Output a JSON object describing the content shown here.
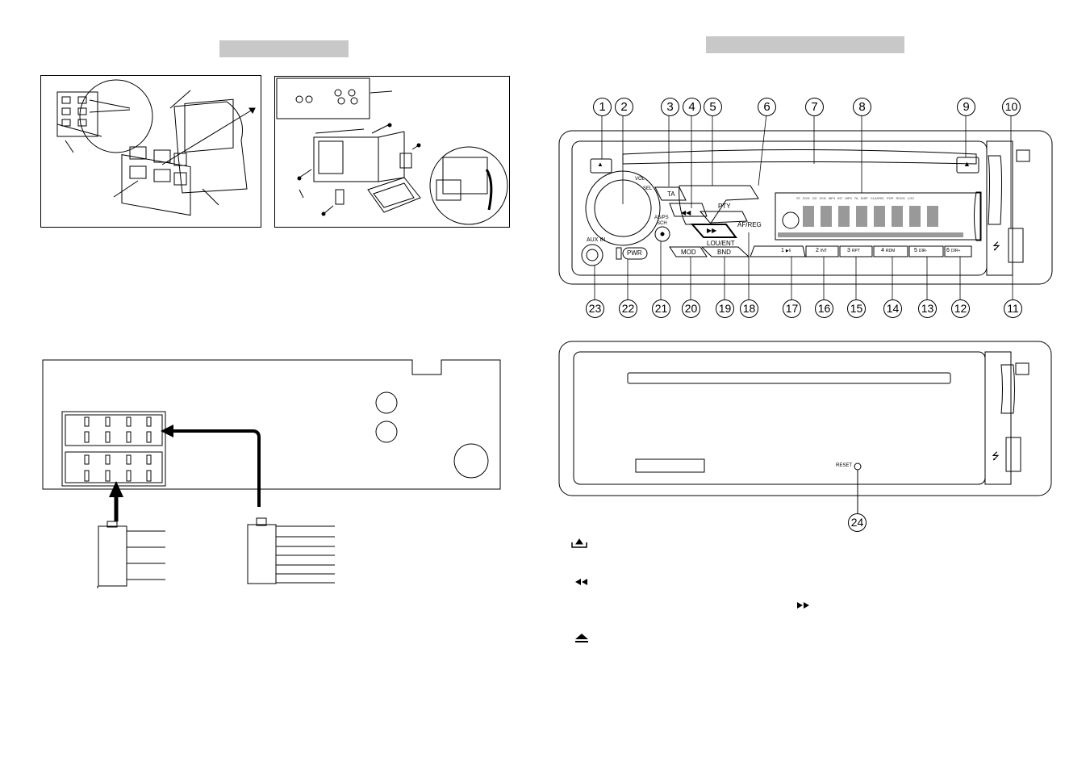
{
  "panel_labels": {
    "vol": "VOL",
    "sel": "SEL",
    "ta": "TA",
    "pty": "PTY",
    "af_reg": "AF/REG",
    "as_ps": "AS/PS",
    "sch": "SCH",
    "lou_ent": "LOU/ENT",
    "aux_in": "AUX IN",
    "pwr": "PWR",
    "mod": "MOD",
    "bnd": "BND",
    "reset": "RESET"
  },
  "preset_buttons": [
    {
      "num": "1",
      "text": "▶‖"
    },
    {
      "num": "2",
      "text": "INT"
    },
    {
      "num": "3",
      "text": "RPT"
    },
    {
      "num": "4",
      "text": "RDM"
    },
    {
      "num": "5",
      "text": "DIR-"
    },
    {
      "num": "6",
      "text": "DIR+"
    }
  ],
  "display_indicators": [
    "ST",
    "DVD",
    "CD",
    "VCD",
    "MP4",
    "INT",
    "MP3",
    "TA",
    "DISP",
    "CLASSIC",
    "POP",
    "ROCK",
    "LOC"
  ],
  "callouts_top": [
    "1",
    "2",
    "3",
    "4",
    "5",
    "6",
    "7",
    "8",
    "9",
    "10"
  ],
  "callouts_bottom": [
    "23",
    "22",
    "21",
    "20",
    "19",
    "18",
    "17",
    "16",
    "15",
    "14",
    "13",
    "12",
    "11"
  ],
  "callout_24": "24",
  "legend_icons": [
    "eject-small-icon",
    "rewind-icon",
    "fast-forward-icon",
    "eject-icon"
  ],
  "colors": {
    "bar_gray": "#c8c8c8",
    "line": "#000000"
  }
}
